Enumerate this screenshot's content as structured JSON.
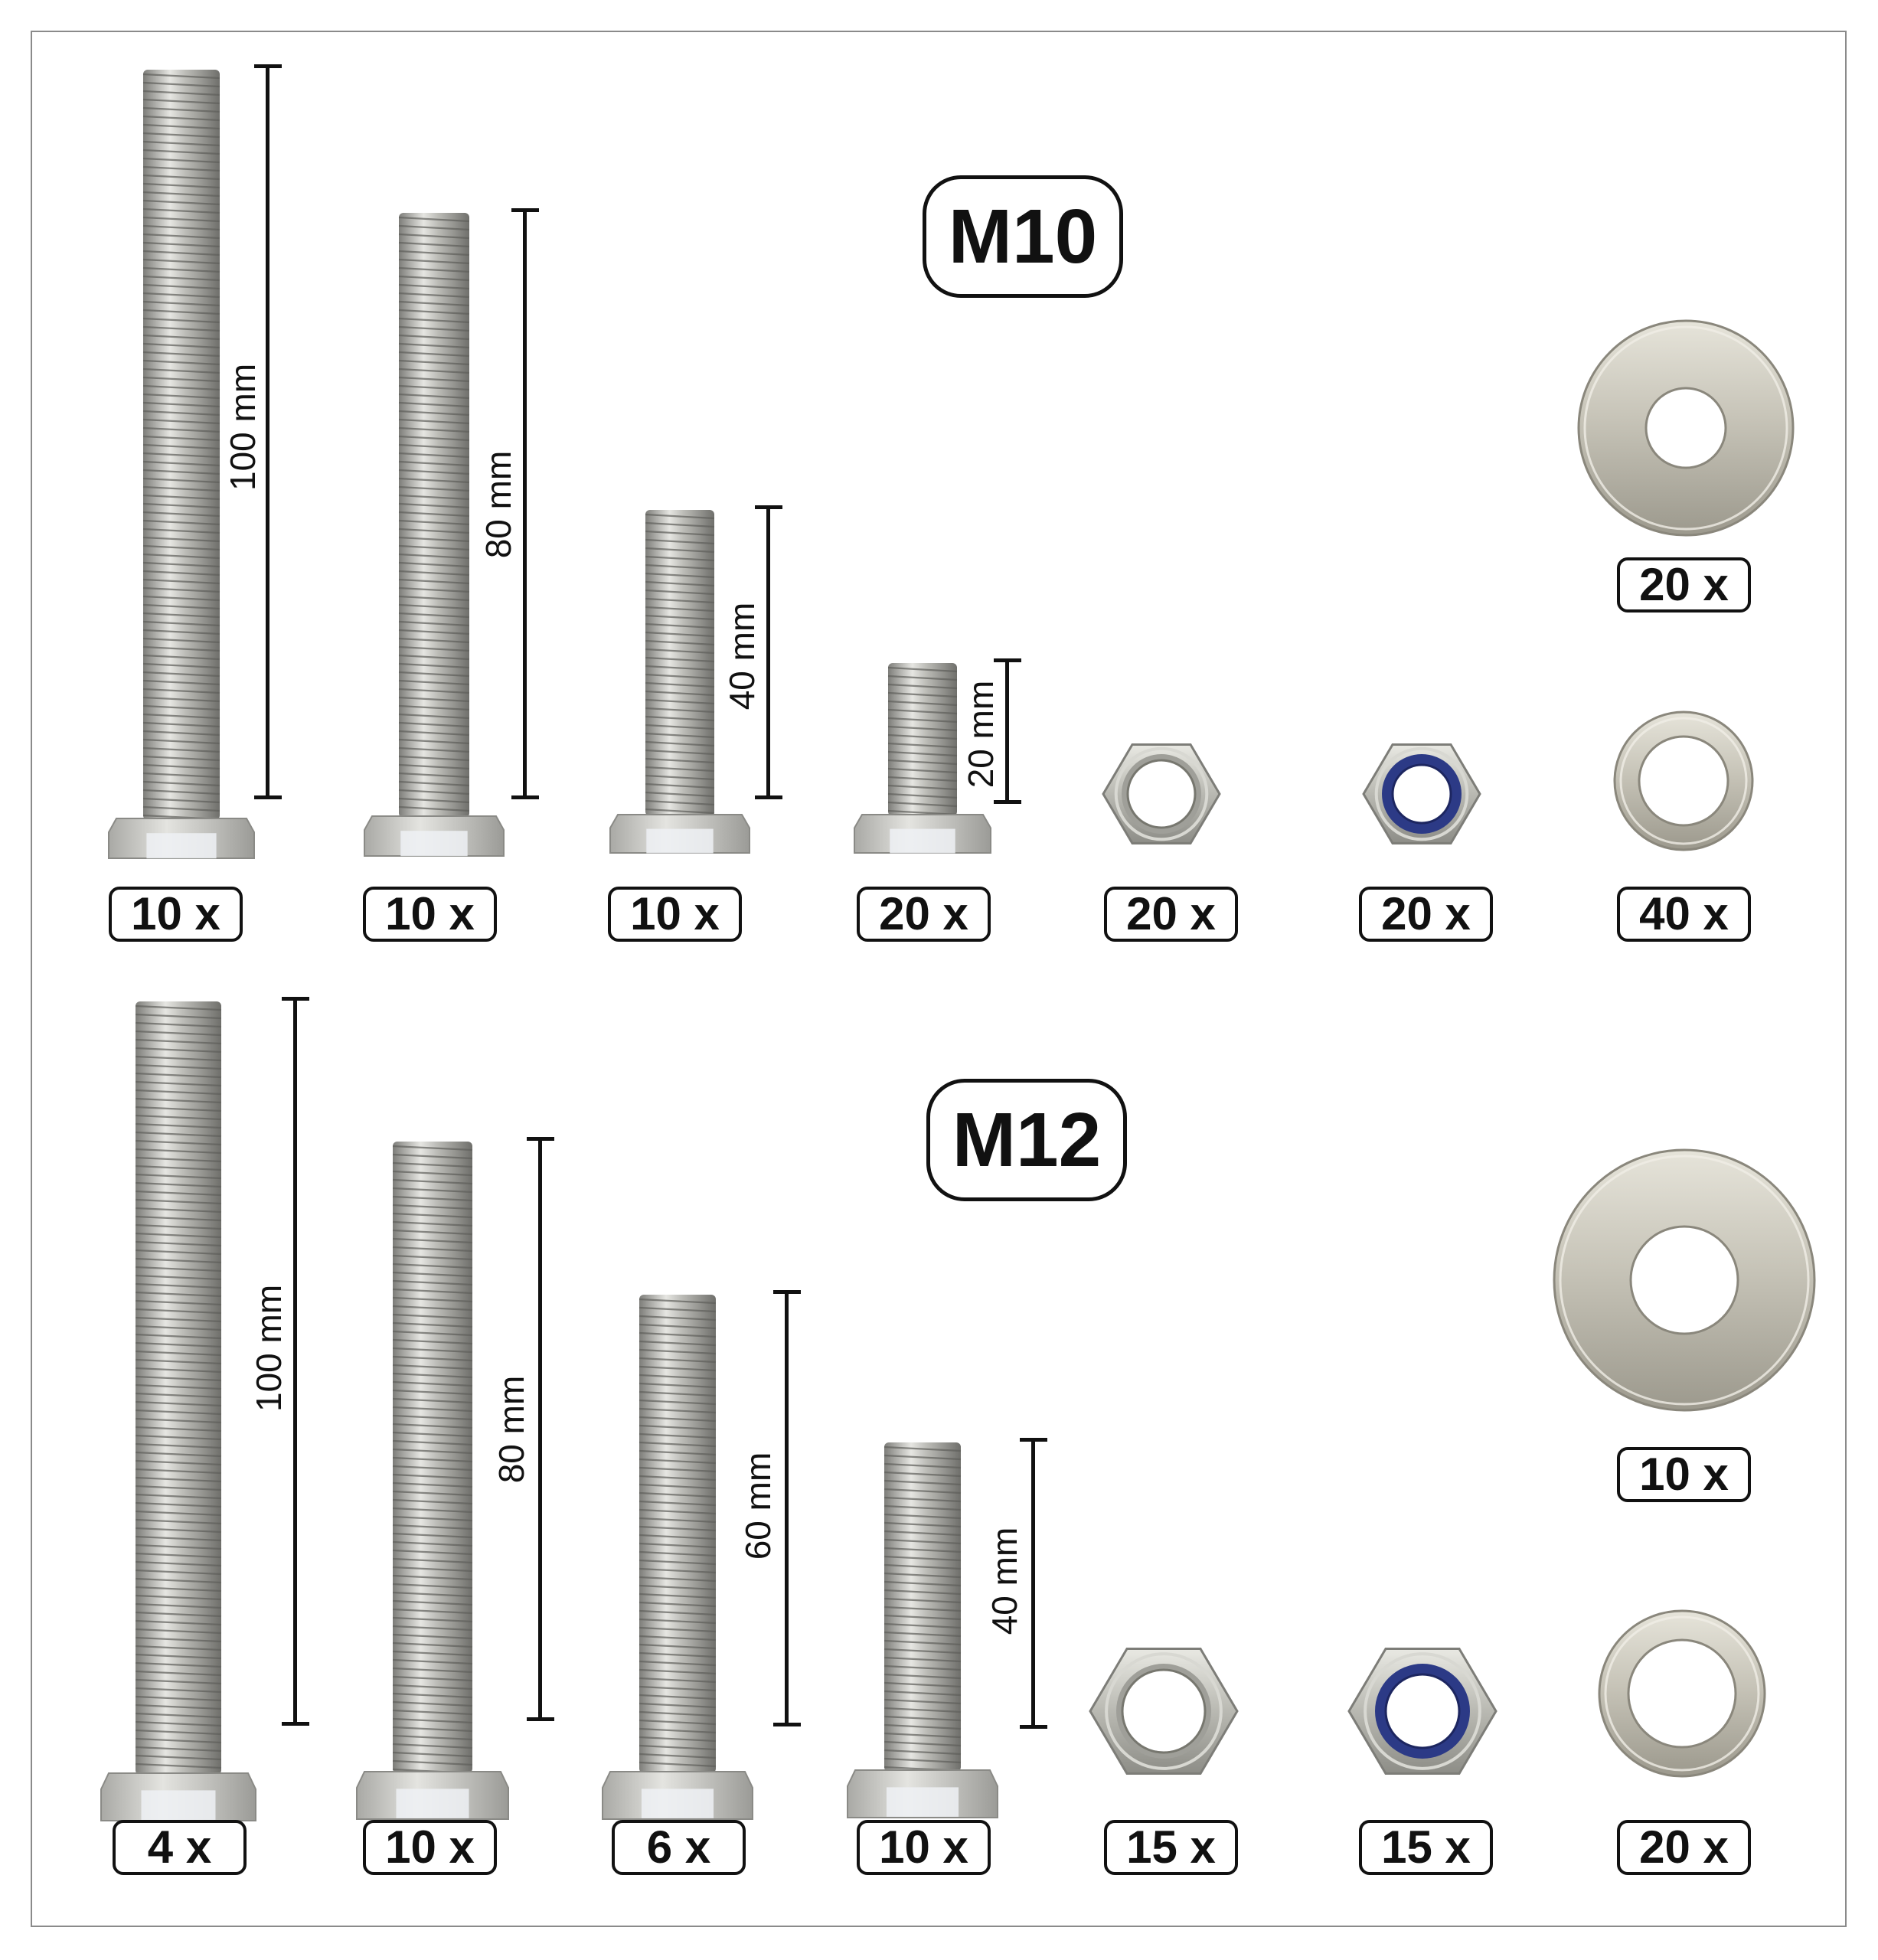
{
  "sections": [
    {
      "size_label": "M10",
      "items": [
        {
          "kind": "bolt",
          "quantity": "10 x",
          "length_label": "100 mm"
        },
        {
          "kind": "bolt",
          "quantity": "10 x",
          "length_label": "80 mm"
        },
        {
          "kind": "bolt",
          "quantity": "10 x",
          "length_label": "40 mm"
        },
        {
          "kind": "bolt",
          "quantity": "20 x",
          "length_label": "20 mm"
        },
        {
          "kind": "hex-nut",
          "quantity": "20 x"
        },
        {
          "kind": "lock-nut",
          "quantity": "20 x"
        },
        {
          "kind": "flat-washer",
          "quantity": "40 x"
        },
        {
          "kind": "large-washer",
          "quantity": "20 x"
        }
      ]
    },
    {
      "size_label": "M12",
      "items": [
        {
          "kind": "bolt",
          "quantity": "4 x",
          "length_label": "100 mm"
        },
        {
          "kind": "bolt",
          "quantity": "10 x",
          "length_label": "80 mm"
        },
        {
          "kind": "bolt",
          "quantity": "6 x",
          "length_label": "60 mm"
        },
        {
          "kind": "bolt",
          "quantity": "10 x",
          "length_label": "40 mm"
        },
        {
          "kind": "hex-nut",
          "quantity": "15 x"
        },
        {
          "kind": "lock-nut",
          "quantity": "15 x"
        },
        {
          "kind": "flat-washer",
          "quantity": "20 x"
        },
        {
          "kind": "large-washer",
          "quantity": "10 x"
        }
      ]
    }
  ],
  "colors": {
    "metal": "#c9c9c6",
    "metal_dark": "#8e8e8a",
    "nylon": "#2c3a86",
    "outline": "#111111"
  }
}
